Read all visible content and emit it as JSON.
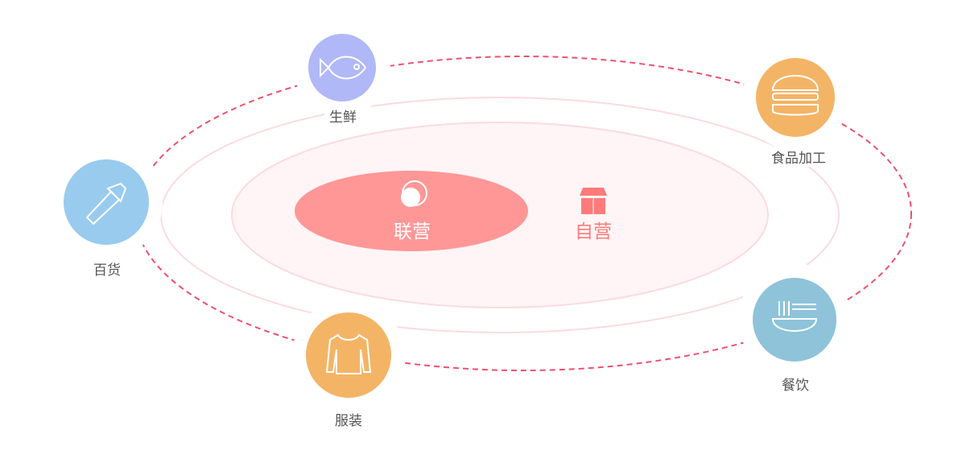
{
  "center": {
    "joint_label": "联营",
    "self_label": "自营"
  },
  "categories": [
    {
      "label": "生鲜",
      "icon": "fish-icon",
      "color": "#b0b8f7"
    },
    {
      "label": "食品加工",
      "icon": "burger-icon",
      "color": "#f4b466"
    },
    {
      "label": "百货",
      "icon": "flashlight-icon",
      "color": "#99cbee"
    },
    {
      "label": "服装",
      "icon": "sweater-icon",
      "color": "#f4b466"
    },
    {
      "label": "餐饮",
      "icon": "noodle-bowl-icon",
      "color": "#8ec3da"
    }
  ],
  "colors": {
    "dashed": "#f0506e",
    "joint": "#ff9797",
    "self": "#ff7b7b"
  }
}
